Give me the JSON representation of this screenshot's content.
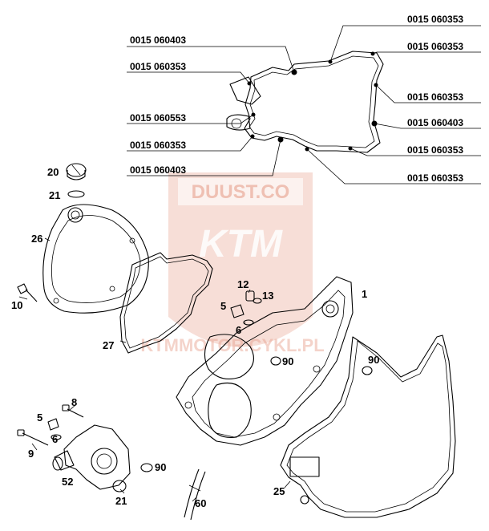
{
  "watermark": {
    "text_top": "DUUST.CO",
    "logo_text": "KTM",
    "text_bottom": "KTMMOTOR.CYKL.PL",
    "color": "#e7a08c"
  },
  "gasket_codes": [
    {
      "id": "code-1",
      "text": "0015 060353",
      "side": "right"
    },
    {
      "id": "code-2",
      "text": "0015 060403",
      "side": "left"
    },
    {
      "id": "code-3",
      "text": "0015 060353",
      "side": "right"
    },
    {
      "id": "code-4",
      "text": "0015 060353",
      "side": "left"
    },
    {
      "id": "code-5",
      "text": "0015 060353",
      "side": "right"
    },
    {
      "id": "code-6",
      "text": "0015 060553",
      "side": "left"
    },
    {
      "id": "code-7",
      "text": "0015 060403",
      "side": "right"
    },
    {
      "id": "code-8",
      "text": "0015 060353",
      "side": "left"
    },
    {
      "id": "code-9",
      "text": "0015 060353",
      "side": "right"
    },
    {
      "id": "code-10",
      "text": "0015 060403",
      "side": "left"
    },
    {
      "id": "code-11",
      "text": "0015 060353",
      "side": "right"
    }
  ],
  "part_labels": {
    "p20": "20",
    "p21a": "21",
    "p26": "26",
    "p10": "10",
    "p27": "27",
    "p12": "12",
    "p13": "13",
    "p5a": "5",
    "p6a": "6",
    "p1": "1",
    "p90a": "90",
    "p90b": "90",
    "p8": "8",
    "p5b": "5",
    "p6b": "6",
    "p9": "9",
    "p52": "52",
    "p90c": "90",
    "p21b": "21",
    "p60": "60",
    "p25": "25"
  }
}
